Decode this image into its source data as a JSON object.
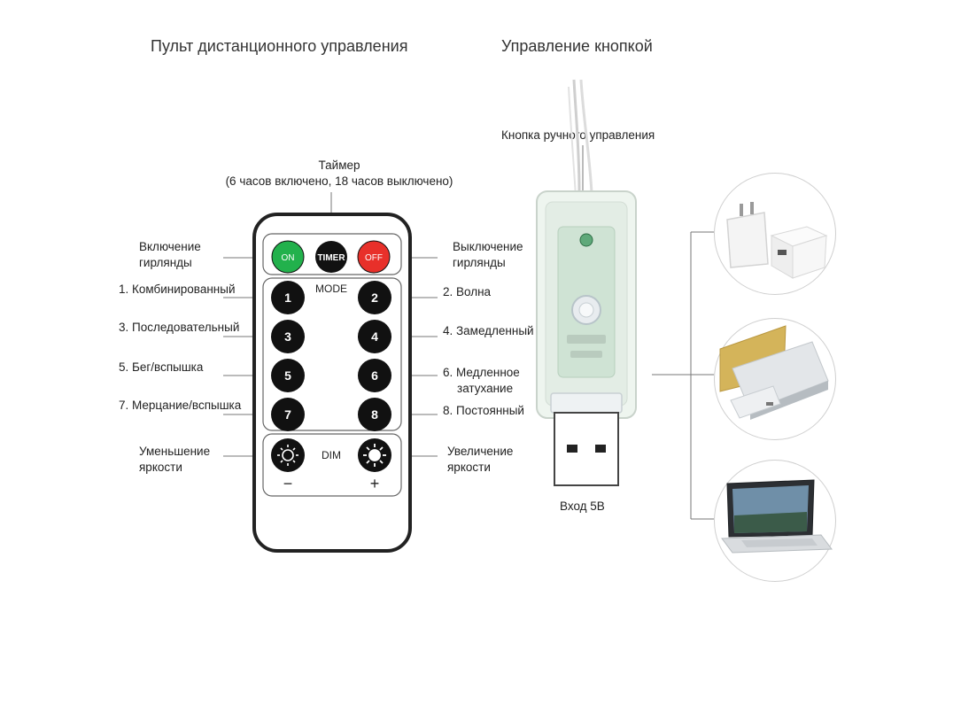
{
  "headings": {
    "remote": "Пульт дистанционного управления",
    "button": "Управление кнопкой"
  },
  "timer_note": {
    "line1": "Таймер",
    "line2": "(6 часов включено, 18 часов выключено)"
  },
  "remote": {
    "on_label": "ON",
    "timer_label": "TIMER",
    "off_label": "OFF",
    "mode_label": "MODE",
    "dim_label": "DIM",
    "minus": "−",
    "plus": "+",
    "buttons": [
      "1",
      "2",
      "3",
      "4",
      "5",
      "6",
      "7",
      "8"
    ],
    "colors": {
      "on": "#22b14c",
      "off": "#e8302a",
      "dark": "#111111"
    }
  },
  "labels": {
    "on_line1": "Включение",
    "on_line2": "гирлянды",
    "off_line1": "Выключение",
    "off_line2": "гирлянды",
    "m1": "1. Комбинированный",
    "m2": "2. Волна",
    "m3": "3. Последовательный",
    "m4": "4. Замедленный",
    "m5": "5. Бег/вспышка",
    "m6_line1": "6. Медленное",
    "m6_line2": "затухание",
    "m7": "7. Мерцание/вспышка",
    "m8": "8. Постоянный",
    "dim_down_line1": "Уменьшение",
    "dim_down_line2": "яркости",
    "dim_up_line1": "Увеличение",
    "dim_up_line2": "яркости"
  },
  "controller": {
    "button_label": "Кнопка ручного управления",
    "input_label": "Вход 5В"
  },
  "power_sources": [
    "usb-wall-adapter",
    "power-bank",
    "laptop"
  ]
}
